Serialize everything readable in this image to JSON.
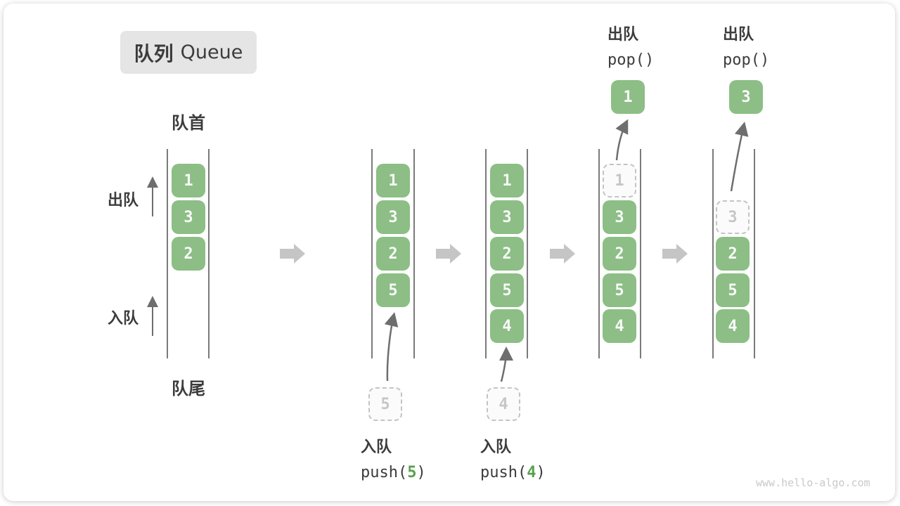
{
  "title": {
    "zh": "队列",
    "en": "Queue"
  },
  "labels": {
    "front": "队首",
    "rear": "队尾",
    "dequeue": "出队",
    "enqueue": "入队"
  },
  "states": [
    {
      "slots": [
        "1",
        "3",
        "2"
      ]
    },
    {
      "slots": [
        "1",
        "3",
        "2",
        "5"
      ],
      "incoming": "5",
      "op": {
        "label": "入队",
        "fn": "push(",
        "arg": "5",
        "close": ")"
      }
    },
    {
      "slots": [
        "1",
        "3",
        "2",
        "5",
        "4"
      ],
      "incoming": "4",
      "op": {
        "label": "入队",
        "fn": "push(",
        "arg": "4",
        "close": ")"
      }
    },
    {
      "ghost": "1",
      "slots": [
        "3",
        "2",
        "5",
        "4"
      ],
      "popped": "1",
      "op": {
        "label": "出队",
        "fn": "pop(",
        "arg": "",
        "close": ")"
      }
    },
    {
      "ghost": "3",
      "slots": [
        "2",
        "5",
        "4"
      ],
      "popped": "3",
      "op": {
        "label": "出队",
        "fn": "pop(",
        "arg": "",
        "close": ")"
      }
    }
  ],
  "colors": {
    "item_green": "#8CBE85",
    "code_arg_green": "#57A04E",
    "text_dark": "#3C3C3C",
    "ghost_gray": "#C4C4C4",
    "transition_arrow_gray": "#C5C5C5",
    "title_box_bg": "#E5E5E5"
  },
  "watermark": "www.hello-algo.com"
}
